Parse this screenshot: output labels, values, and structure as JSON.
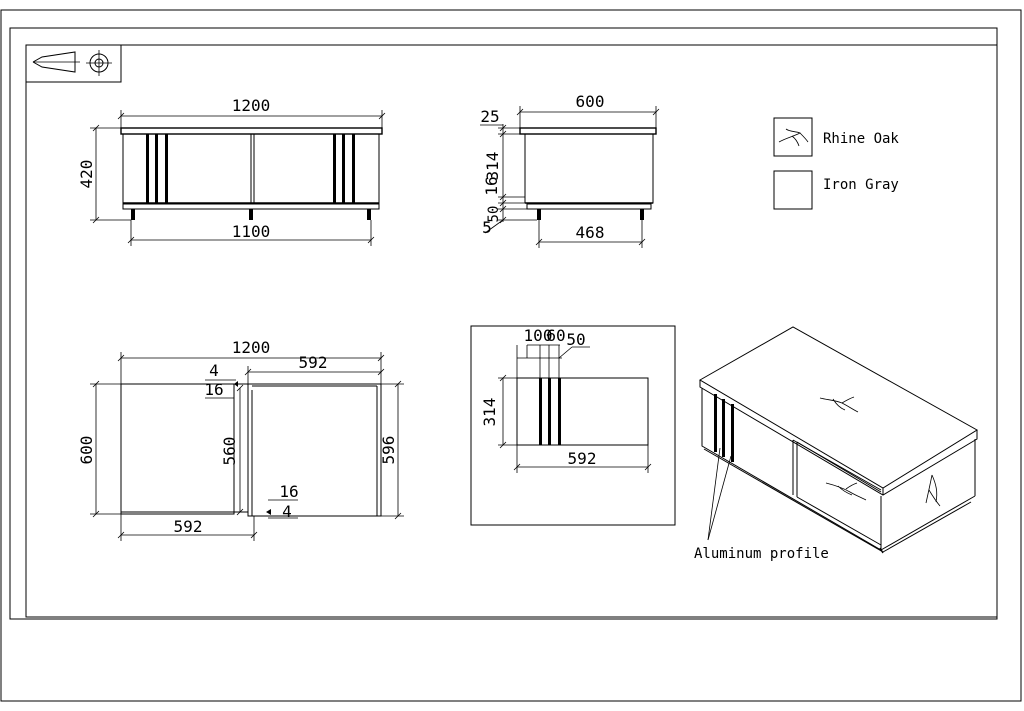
{
  "front_view": {
    "overall_width": "1200",
    "height": "420",
    "leg_span": "1100"
  },
  "side_view": {
    "depth": "600",
    "top_thickness": "25",
    "drawer_height": "314",
    "shelf_thickness": "16",
    "base_gap": "50",
    "foot_height": "5",
    "leg_span": "468"
  },
  "plan_view": {
    "overall_width": "1200",
    "half_width_top": "592",
    "gap": "4",
    "panel": "16",
    "depth_left": "600",
    "inner_depth": "560",
    "depth_right": "596",
    "half_width_bottom": "592",
    "panel_bottom": "16",
    "gap_bottom": "4"
  },
  "detail_view": {
    "spacing_a": "100",
    "spacing_b": "60",
    "profile_width": "50",
    "height": "314",
    "width": "592"
  },
  "legend": [
    {
      "label": "Rhine Oak",
      "icon": "wood-grain-icon"
    },
    {
      "label": "Iron Gray",
      "icon": "blank-swatch-icon"
    }
  ],
  "callout": {
    "label": "Aluminum profile"
  }
}
